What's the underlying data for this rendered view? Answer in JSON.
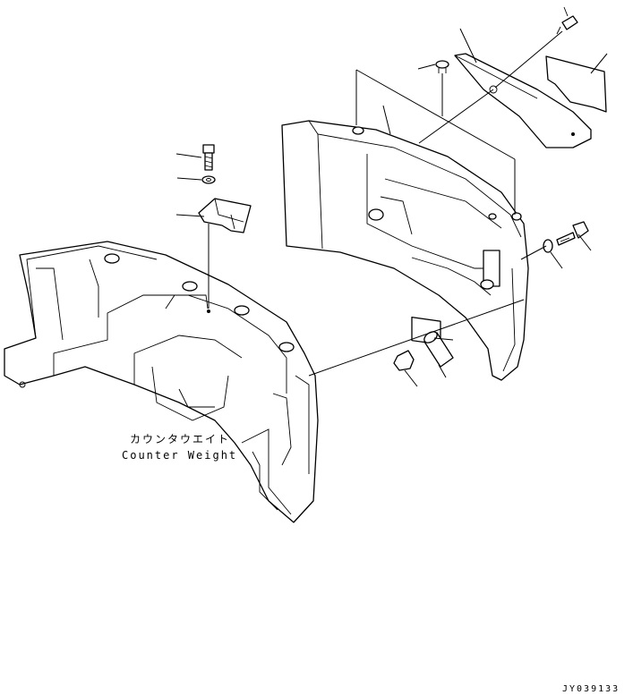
{
  "caption": {
    "japanese": "カウンタウエイト",
    "english": "Counter Weight"
  },
  "drawing_number": "JY039133"
}
